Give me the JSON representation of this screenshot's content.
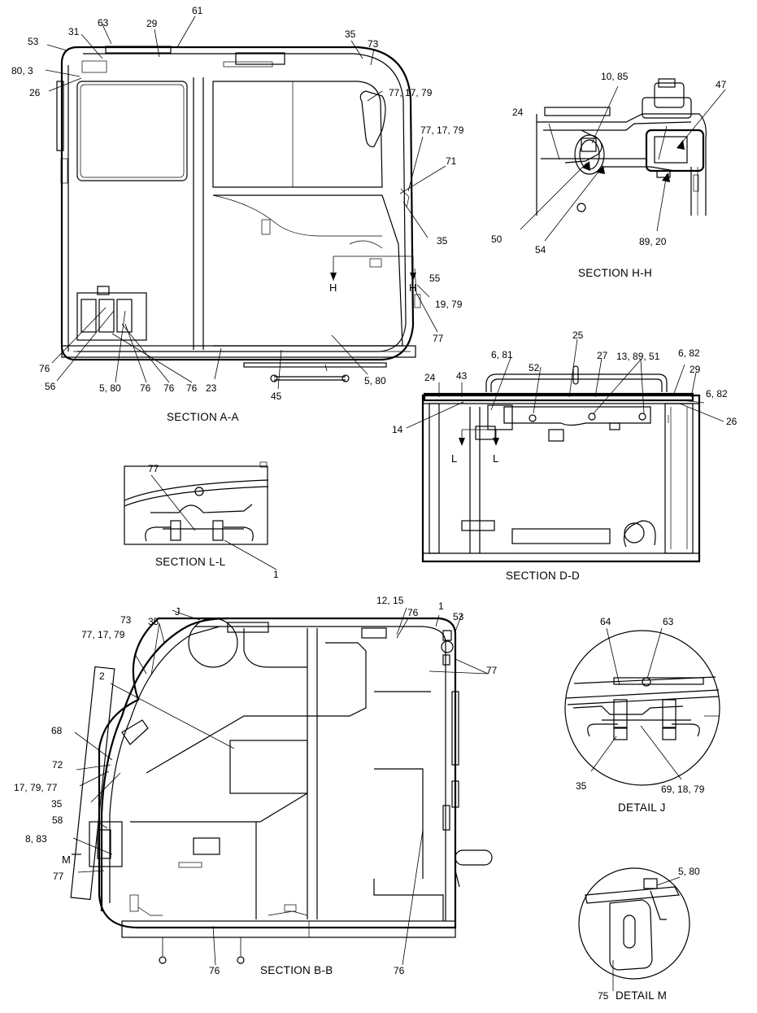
{
  "captions": {
    "section_aa": "SECTION A-A",
    "section_hh": "SECTION H-H",
    "section_ll": "SECTION L-L",
    "section_dd": "SECTION D-D",
    "section_bb": "SECTION B-B",
    "detail_j": "DETAIL  J",
    "detail_m": "DETAIL  M"
  },
  "callouts": {
    "aa": {
      "c63": "63",
      "c61": "61",
      "c31": "31",
      "c29": "29",
      "c53": "53",
      "c80_3": "80, 3",
      "c26": "26",
      "c35": "35",
      "c73": "73",
      "c77_17_79_a": "77, 17, 79",
      "c77_17_79_b": "77, 17, 79",
      "c71": "71",
      "c35_b": "35",
      "c55": "55",
      "c19_79": "19, 79",
      "c77": "77",
      "c76_a": "76",
      "c56": "56",
      "c5_80_a": "5, 80",
      "c76_b": "76",
      "c76_c": "76",
      "c76_d": "76",
      "c23": "23",
      "c45": "45",
      "c5_80_b": "5, 80"
    },
    "hh": {
      "c10_85": "10, 85",
      "c24": "24",
      "c47": "47",
      "c50": "50",
      "c54": "54",
      "c89_20": "89, 20"
    },
    "ll": {
      "c77": "77",
      "c1": "1"
    },
    "dd": {
      "c25": "25",
      "c27": "27",
      "c52": "52",
      "c6_81": "6, 81",
      "c13_89_51": "13, 89, 51",
      "c6_82_a": "6, 82",
      "c29": "29",
      "c6_82_b": "6, 82",
      "c24": "24",
      "c43": "43",
      "c14": "14",
      "c26": "26"
    },
    "bb": {
      "c12_15": "12, 15",
      "c76_a": "76",
      "c1": "1",
      "c53": "53",
      "c73": "73",
      "c35_a": "35",
      "c77_17_79": "77, 17, 79",
      "c77_a": "77",
      "c2": "2",
      "c68": "68",
      "c72": "72",
      "c17_79_77": "17, 79, 77",
      "c35_b": "35",
      "c58": "58",
      "c8_83": "8, 83",
      "c77_b": "77",
      "c76_b": "76",
      "c76_c": "76"
    },
    "j": {
      "c64": "64",
      "c63": "63",
      "c35": "35",
      "c69_18_79": "69, 18, 79"
    },
    "m": {
      "c5_80": "5, 80",
      "c75": "75"
    }
  },
  "view_marks": {
    "h": "H",
    "l": "L",
    "j": "J",
    "m": "M"
  }
}
